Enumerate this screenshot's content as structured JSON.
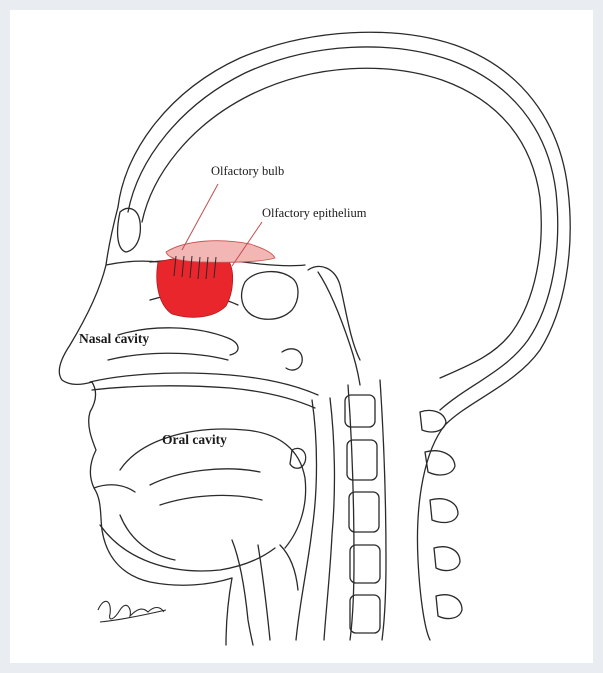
{
  "labels": {
    "olfactory_bulb": "Olfactory bulb",
    "olfactory_epithelium": "Olfactory epithelium",
    "nasal_cavity": "Nasal cavity",
    "oral_cavity": "Oral cavity"
  },
  "colors": {
    "highlight_red": "#e8262c",
    "bulb_pink": "#f2b6b4",
    "page_border": "#e9edf2",
    "line": "#2a2a2a"
  }
}
